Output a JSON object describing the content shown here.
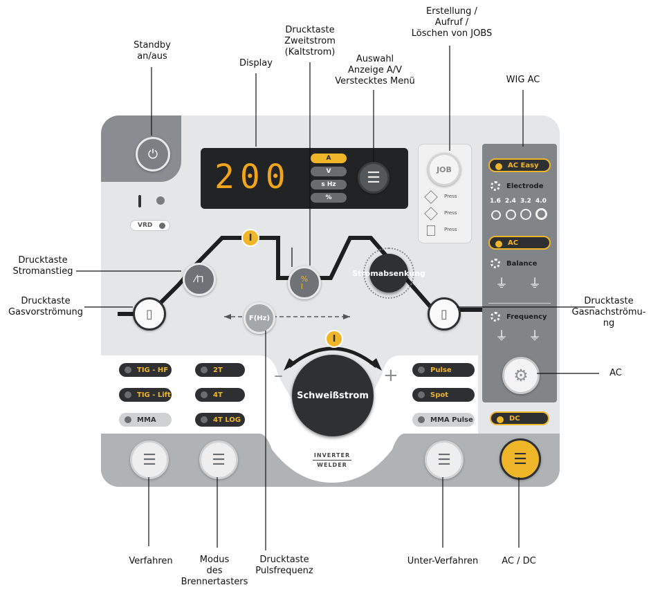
{
  "callouts": {
    "standby": "Standby\nan/aus",
    "display": "Display",
    "zweitstrom": "Drucktaste\nZweitstrom\n(Kaltstrom)",
    "auswahl": "Auswahl\nAnzeige A/V\nVerstecktes Menü",
    "jobs": "Erstellung /\nAufruf /\nLöschen von JOBS",
    "wig_ac": "WIG AC",
    "stromanstieg": "Drucktaste\nStromanstieg",
    "gasvor": "Drucktaste\nGasvorströmung",
    "gasnach": "Drucktaste\nGasnachströmu-\nng",
    "ac": "AC",
    "verfahren": "Verfahren",
    "modus": "Modus\ndes\nBrennertasters",
    "pulsfrequenz": "Drucktaste\nPulsfrequenz",
    "unter_verfahren": "Unter-Verfahren",
    "ac_dc": "AC / DC"
  },
  "display": {
    "value": "200",
    "units": [
      "A",
      "V",
      "s  Hz",
      "%"
    ],
    "active_unit": "A"
  },
  "indicators": {
    "vrd": "VRD"
  },
  "job": {
    "label": "JOB",
    "press_labels": [
      "Press",
      "Press",
      "Press"
    ]
  },
  "knobs": {
    "stromabsenkung": "Stromabsenkung",
    "schweissstrom": "Schweißstrom",
    "freq_button": "F(Hz)",
    "current_symbol": "I",
    "second_current_symbol": "%\nI",
    "minus": "–",
    "plus": "+"
  },
  "logo": {
    "line1": "INVERTER",
    "line2": "WELDER"
  },
  "modes": {
    "process": [
      "TIG - HF",
      "TIG - Lift",
      "MMA"
    ],
    "trigger": [
      "2T",
      "4T",
      "4T LOG"
    ],
    "sub_process": [
      "Pulse",
      "Spot",
      "MMA Pulse"
    ],
    "dc": "DC"
  },
  "wig_panel": {
    "ac_easy": "AC Easy",
    "electrode": "Electrode",
    "electrode_sizes": [
      "1.6",
      "2.4",
      "3.2",
      "4.0"
    ],
    "ac": "AC",
    "balance": "Balance",
    "frequency": "Frequency"
  },
  "colors": {
    "accent": "#f0b62a",
    "panel": "#e4e6e7",
    "dark": "#2e3032"
  }
}
